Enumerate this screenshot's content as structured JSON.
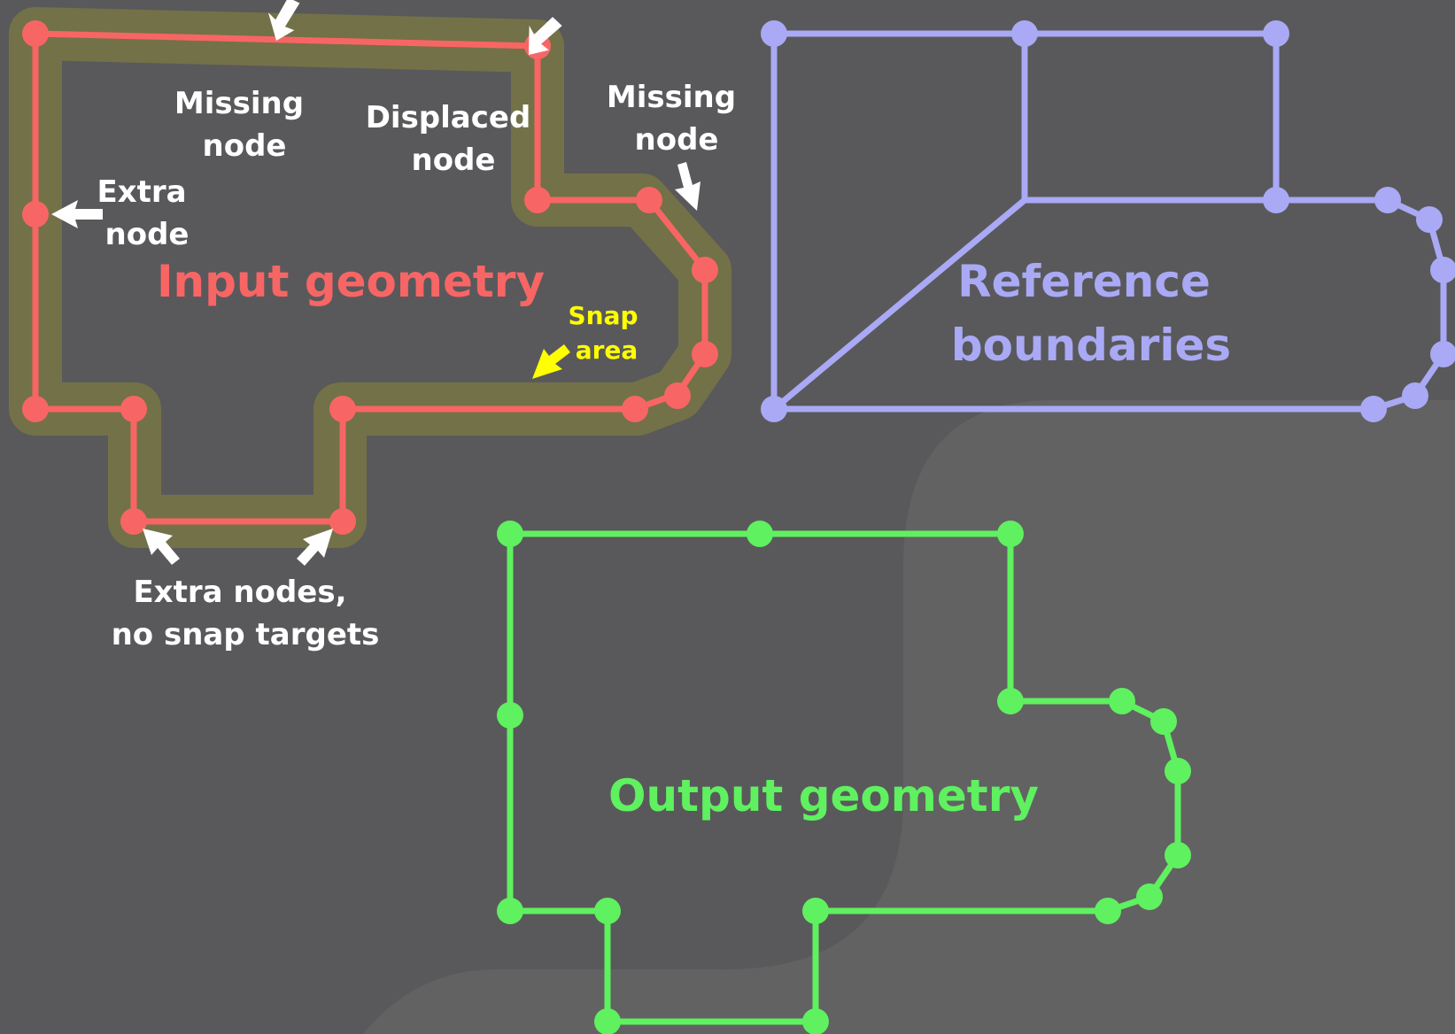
{
  "colors": {
    "background": "#59595b",
    "background_shape": "#626263",
    "input": "#f86565",
    "snap_area": "#737148",
    "reference": "#a9a9f5",
    "output": "#5ff15f",
    "annotation": "#ffffff",
    "snap_label": "#ffff00"
  },
  "input": {
    "title": "Input geometry"
  },
  "reference": {
    "title_line1": "Reference",
    "title_line2": "boundaries"
  },
  "output": {
    "title": "Output geometry"
  },
  "annotations": {
    "missing_node_top_line1": "Missing",
    "missing_node_top_line2": "node",
    "displaced_node_line1": "Displaced",
    "displaced_node_line2": "node",
    "missing_node_right_line1": "Missing",
    "missing_node_right_line2": "node",
    "extra_node_line1": "Extra",
    "extra_node_line2": "node",
    "snap_area_line1": "Snap",
    "snap_area_line2": "area",
    "extra_nodes_line1": "Extra nodes,",
    "extra_nodes_line2": "no snap targets"
  },
  "icons": {
    "pointer_arrow": "arrow-icon"
  }
}
